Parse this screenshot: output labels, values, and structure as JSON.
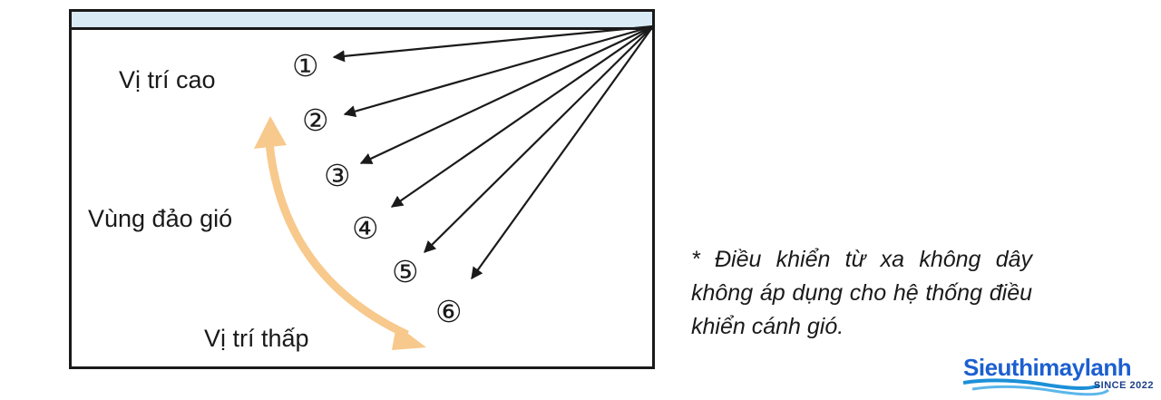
{
  "labels": {
    "high": "Vị trí cao",
    "swing": "Vùng đảo gió",
    "low": "Vị trí thấp"
  },
  "positions": [
    "①",
    "②",
    "③",
    "④",
    "⑤",
    "⑥"
  ],
  "note": "* Điều khiển từ xa không dây không áp dụng cho hệ thống điều khiển cánh gió.",
  "logo": {
    "name": "Sieuthimaylanh",
    "since": "SINCE 2022"
  },
  "colors": {
    "ceiling": "#d9ebf5",
    "swing_arrow": "#f7c98c",
    "lines": "#1a1a1a",
    "logo_blue": "#1c5fd0"
  }
}
